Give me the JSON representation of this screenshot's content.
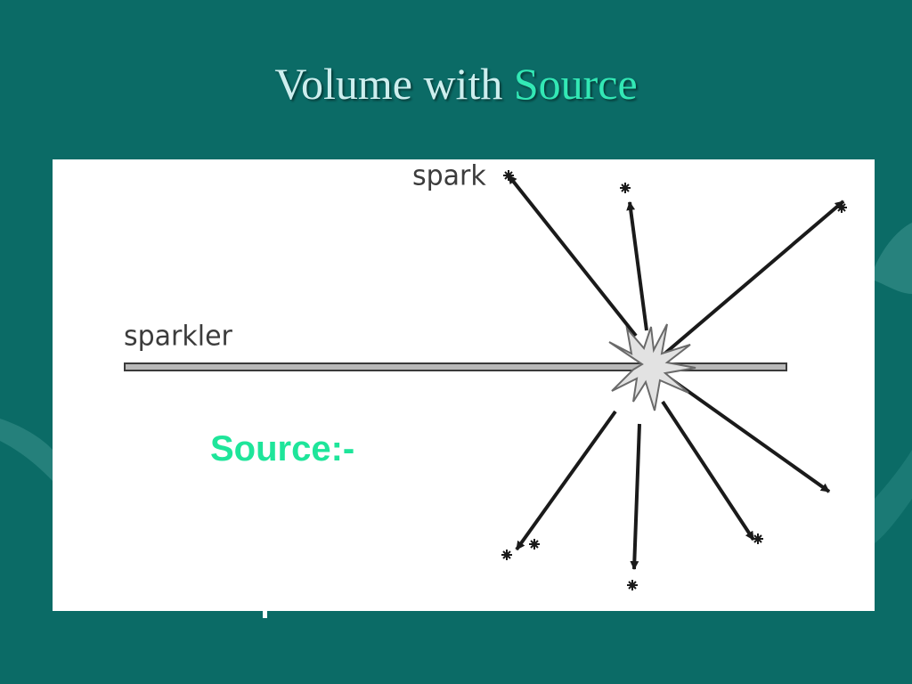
{
  "slide": {
    "title_plain": "Volume with",
    "title_accent": "Source",
    "colors": {
      "background": "#0b6b66",
      "title": "#cdeeee",
      "accent": "#33e8b5",
      "source_label": "#1ee59a"
    }
  },
  "diagram": {
    "spark_label": "spark",
    "sparkler_label": "sparkler",
    "source_label": "Source:-"
  }
}
